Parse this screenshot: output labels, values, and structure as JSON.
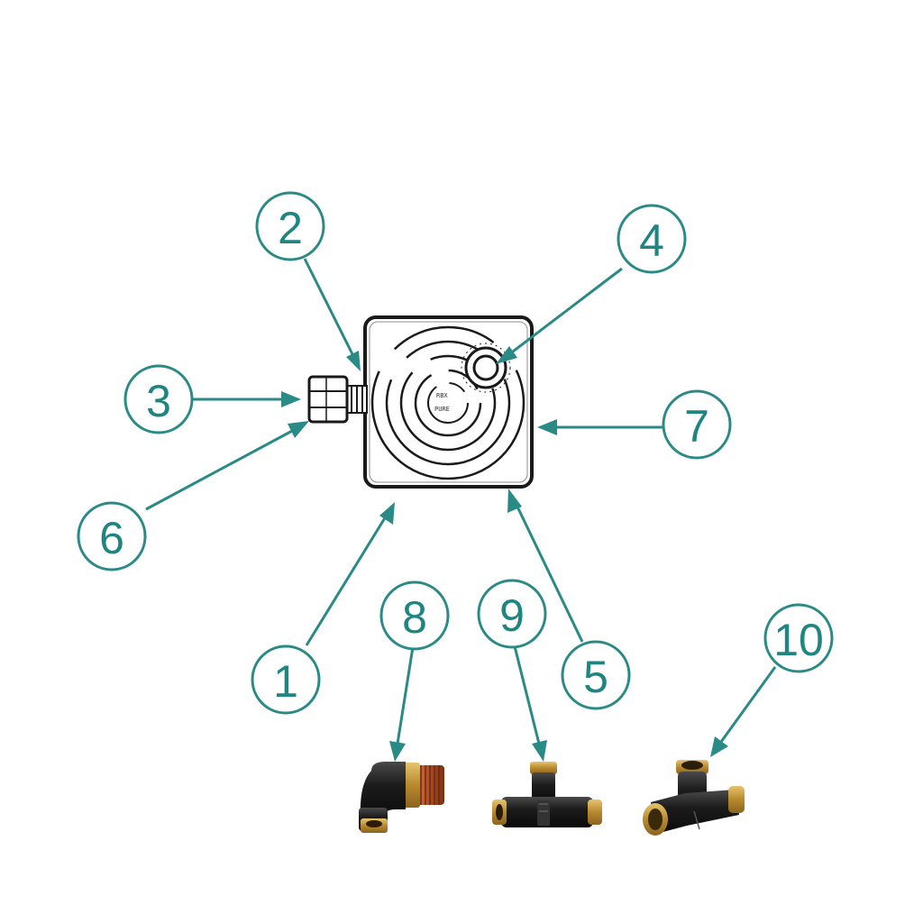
{
  "colors": {
    "accent": "#2a8a86",
    "brass": "#c9a24a",
    "fitting_body": "#1c1c1c",
    "thread": "#b5562c"
  },
  "device": {
    "panel_text_line1": "RBX",
    "panel_text_line2": "PURE"
  },
  "callouts": [
    {
      "id": "1",
      "label": "1"
    },
    {
      "id": "2",
      "label": "2"
    },
    {
      "id": "3",
      "label": "3"
    },
    {
      "id": "4",
      "label": "4"
    },
    {
      "id": "5",
      "label": "5"
    },
    {
      "id": "6",
      "label": "6"
    },
    {
      "id": "7",
      "label": "7"
    },
    {
      "id": "8",
      "label": "8"
    },
    {
      "id": "9",
      "label": "9"
    },
    {
      "id": "10",
      "label": "10"
    }
  ],
  "fittings": [
    {
      "ref": "8",
      "icon": "elbow-fitting-icon"
    },
    {
      "ref": "9",
      "icon": "union-tee-fitting-icon"
    },
    {
      "ref": "10",
      "icon": "branch-tee-fitting-icon"
    }
  ]
}
